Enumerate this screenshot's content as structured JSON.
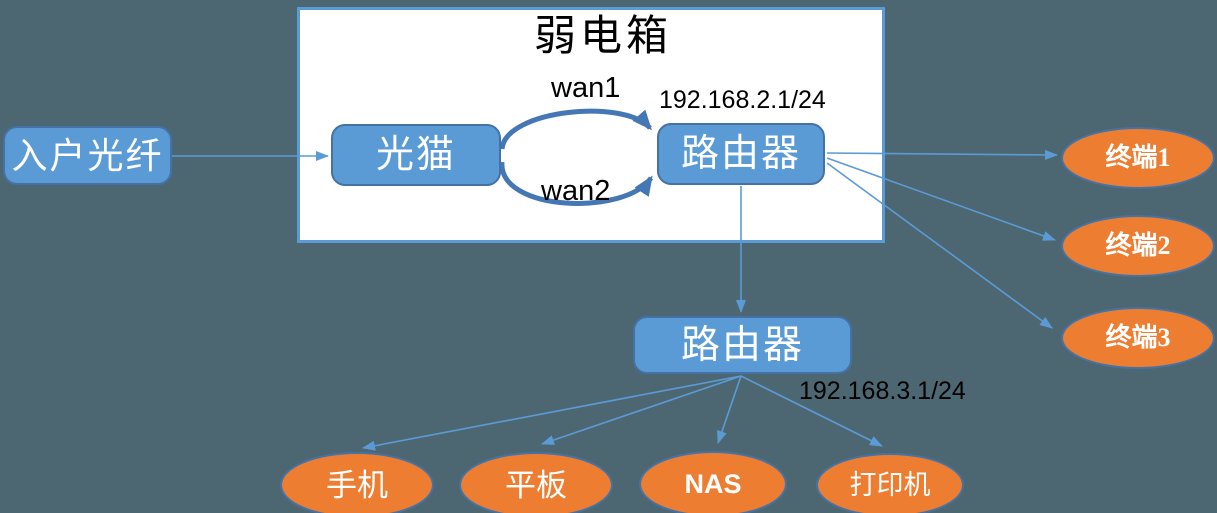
{
  "diagram": {
    "panel_title": "弱电箱",
    "nodes": {
      "fiber": {
        "label": "入户光纤"
      },
      "modem": {
        "label": "光猫"
      },
      "router1": {
        "label": "路由器",
        "ip": "192.168.2.1/24"
      },
      "router2": {
        "label": "路由器",
        "ip": "192.168.3.1/24"
      },
      "terminal1": {
        "label": "终端1"
      },
      "terminal2": {
        "label": "终端2"
      },
      "terminal3": {
        "label": "终端3"
      },
      "phone": {
        "label": "手机"
      },
      "tablet": {
        "label": "平板"
      },
      "nas": {
        "label": "NAS"
      },
      "printer": {
        "label": "打印机"
      }
    },
    "wan_links": {
      "wan1": "wan1",
      "wan2": "wan2"
    },
    "edges": [
      {
        "from": "入户光纤",
        "to": "光猫"
      },
      {
        "from": "光猫",
        "to": "路由器 192.168.2.1/24",
        "label": "wan1"
      },
      {
        "from": "光猫",
        "to": "路由器 192.168.2.1/24",
        "label": "wan2"
      },
      {
        "from": "路由器 192.168.2.1/24",
        "to": "终端1"
      },
      {
        "from": "路由器 192.168.2.1/24",
        "to": "终端2"
      },
      {
        "from": "路由器 192.168.2.1/24",
        "to": "终端3"
      },
      {
        "from": "路由器 192.168.2.1/24",
        "to": "路由器 192.168.3.1/24"
      },
      {
        "from": "路由器 192.168.3.1/24",
        "to": "手机"
      },
      {
        "from": "路由器 192.168.3.1/24",
        "to": "平板"
      },
      {
        "from": "路由器 192.168.3.1/24",
        "to": "NAS"
      },
      {
        "from": "路由器 192.168.3.1/24",
        "to": "打印机"
      }
    ]
  },
  "colors": {
    "background": "#4D6772",
    "panel_fill": "#FFFFFF",
    "panel_border": "#5B9BD5",
    "node_fill": "#5B9BD5",
    "node_border": "#4472A4",
    "ellipse_fill": "#ED7D31",
    "ellipse_border": "#4573A6",
    "connector": "#5B9BD5",
    "wan_arc": "#4577B5",
    "label_dark": "#000000",
    "label_light": "#FFFFFF"
  }
}
